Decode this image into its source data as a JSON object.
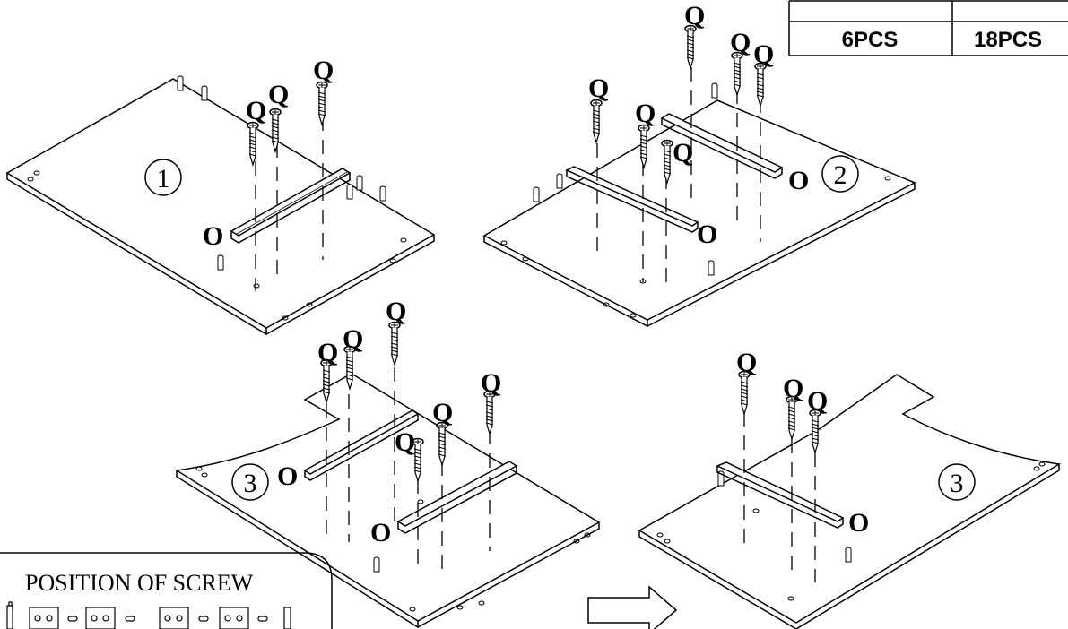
{
  "parts_table": {
    "qty_o": "6PCS",
    "qty_q": "18PCS"
  },
  "labels": {
    "rail": "O",
    "screw": "Q"
  },
  "panels": {
    "p1": "1",
    "p2": "2",
    "p3a": "3",
    "p3b": "3"
  },
  "screw_position": {
    "title": "POSITION OF SCREW"
  }
}
